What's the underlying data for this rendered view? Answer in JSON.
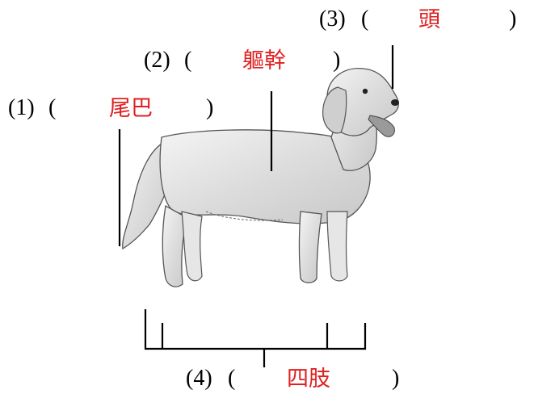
{
  "labels": [
    {
      "num": "(1)",
      "open": "(",
      "answer": "尾巴",
      "close": ")"
    },
    {
      "num": "(2)",
      "open": "(",
      "answer": "軀幹",
      "close": ")"
    },
    {
      "num": "(3)",
      "open": "(",
      "answer": "頭",
      "close": ")"
    },
    {
      "num": "(4)",
      "open": "(",
      "answer": "四肢",
      "close": ")"
    }
  ],
  "colors": {
    "answer": "#e02020",
    "line": "#000000"
  },
  "image": "golden-retriever-dog"
}
